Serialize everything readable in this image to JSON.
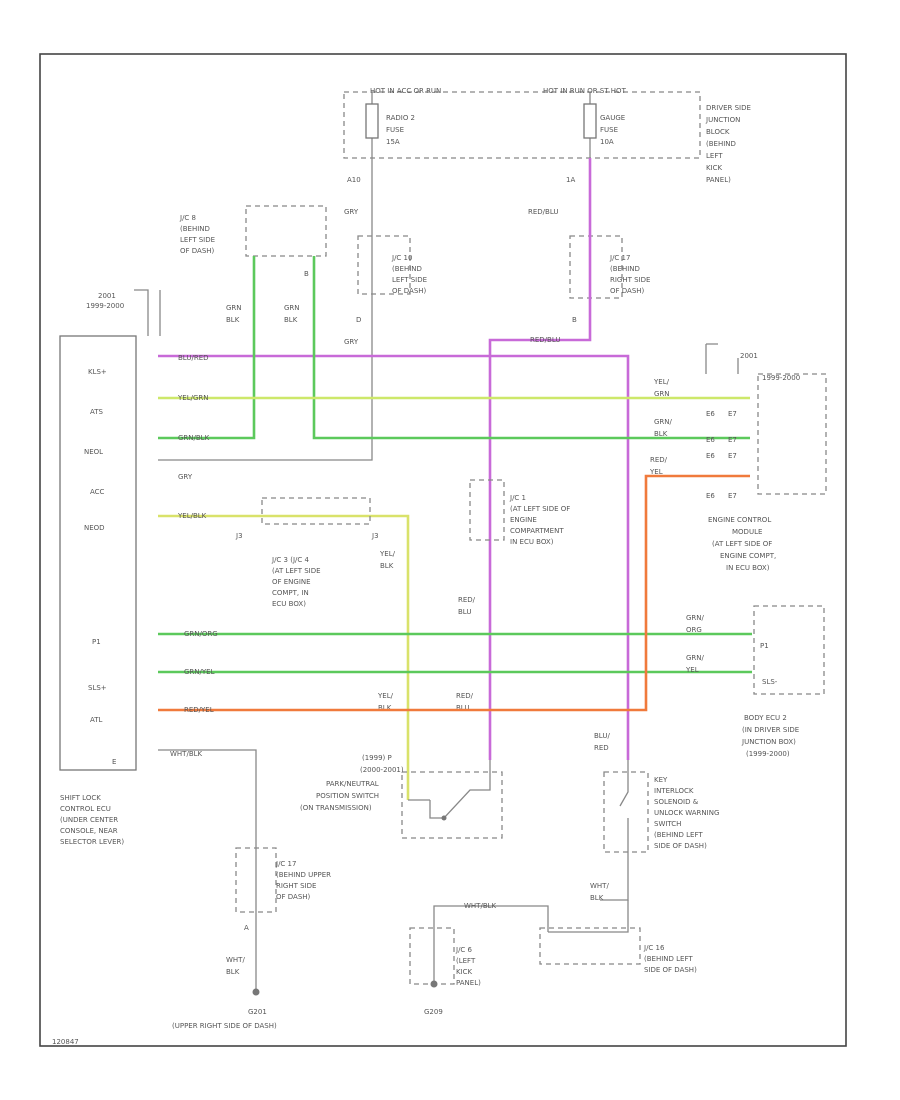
{
  "colors": {
    "violet": "#c86ad8",
    "yellow_green": "#cde86a",
    "green": "#5cc95c",
    "yellow": "#d9e26a",
    "orange": "#f07a3c"
  },
  "top": {
    "hot_left": "HOT IN ACC OR RUN",
    "hot_right": "HOT IN RUN OR ST HOT",
    "fuse_left": [
      "RADIO 2",
      "FUSE",
      "15A"
    ],
    "fuse_right": [
      "GAUGE",
      "FUSE",
      "10A"
    ],
    "junction_block": [
      "DRIVER SIDE",
      "JUNCTION",
      "BLOCK",
      "(BEHIND",
      "LEFT",
      "KICK",
      "PANEL)"
    ],
    "pin_left": "A10",
    "pin_right": "1A"
  },
  "jc8": {
    "label": [
      "J/C 8",
      "(BEHIND",
      "LEFT SIDE",
      "OF DASH)"
    ],
    "pin": "B"
  },
  "jc10": {
    "label": [
      "J/C 10",
      "(BEHIND",
      "LEFT SIDE",
      "OF DASH)"
    ],
    "pin": "D"
  },
  "jc17": {
    "label": [
      "J/C 17",
      "(BEHIND",
      "RIGHT SIDE",
      "OF DASH)"
    ],
    "pin": "B"
  },
  "wire_labels": {
    "gry_top": "GRY",
    "red_blu_top": "RED/BLU",
    "grn_blk_left": [
      "GRN",
      "BLK"
    ],
    "grn_blk_right": [
      "GRN",
      "BLK"
    ],
    "gry_mid": "GRY",
    "red_blu_mid": "RED/BLU",
    "yel_blk_1": [
      "YEL/",
      "BLK"
    ],
    "red_blu_2": [
      "RED/",
      "BLU"
    ],
    "yel_blk_2": [
      "YEL/",
      "BLK"
    ],
    "red_blu_3": [
      "RED/",
      "BLU"
    ],
    "blu_red": [
      "BLU/",
      "RED"
    ],
    "wht_blk_1": [
      "WHT/",
      "BLK"
    ],
    "wht_blk_2": [
      "WHT/",
      "BLK"
    ],
    "wht_blk_3": "WHT/BLK"
  },
  "ecu": {
    "year_note": [
      "2001",
      "1999-2000"
    ],
    "pins": [
      "KLS+",
      "ATS",
      "NEOL",
      "ACC",
      "NEOD",
      "P1",
      "SLS+",
      "ATL",
      "E"
    ],
    "row_wires": [
      "BLU/RED",
      "YEL/GRN",
      "GRN/BLK",
      "GRY",
      "YEL/BLK",
      "GRN/ORG",
      "GRN/YEL",
      "RED/YEL",
      "WHT/BLK"
    ],
    "label": [
      "SHIFT LOCK",
      "CONTROL ECU",
      "(UNDER CENTER",
      "CONSOLE, NEAR",
      "SELECTOR LEVER)"
    ]
  },
  "engine_ecm": {
    "year_note": "2001",
    "header": "1999-2000",
    "pins_a": [
      "E6",
      "E6",
      "E6",
      "E6"
    ],
    "pins_b": [
      "E7",
      "E7",
      "E7",
      "E7"
    ],
    "wire_labels": [
      [
        "YEL/",
        "GRN"
      ],
      [
        "GRN/",
        "BLK"
      ],
      [
        "RED/",
        "YEL"
      ]
    ],
    "label": [
      "ENGINE CONTROL",
      "MODULE",
      "(AT LEFT SIDE OF",
      "ENGINE COMPT,",
      "IN ECU BOX)"
    ]
  },
  "jc3": {
    "label": [
      "J/C 3 (J/C 4",
      "(AT LEFT SIDE",
      "OF ENGINE",
      "COMPT, IN",
      "ECU BOX)"
    ],
    "pins": [
      "J3",
      "J3"
    ]
  },
  "jc1": {
    "label": [
      "J/C 1",
      "(AT LEFT SIDE OF",
      "ENGINE",
      "COMPARTMENT",
      "IN ECU BOX)"
    ]
  },
  "body_ecu": {
    "pin": "P1",
    "sub": "SLS-",
    "wire_labels": [
      [
        "GRN/",
        "ORG"
      ],
      [
        "GRN/",
        "YEL"
      ]
    ],
    "label": [
      "BODY ECU 2",
      "(IN DRIVER SIDE",
      "JUNCTION BOX)",
      "(1999-2000)"
    ]
  },
  "park_switch": {
    "year": [
      "(1999) P",
      "(2000-2001)"
    ],
    "label": [
      "PARK/NEUTRAL",
      "POSITION SWITCH",
      "(ON TRANSMISSION)"
    ]
  },
  "key_switch": {
    "label": [
      "KEY",
      "INTERLOCK",
      "SOLENOID &",
      "UNLOCK WARNING",
      "SWITCH",
      "(BEHIND LEFT",
      "SIDE OF DASH)"
    ]
  },
  "jc17_low": {
    "label": [
      "J/C 17",
      "(BEHIND UPPER",
      "RIGHT SIDE",
      "OF DASH)"
    ],
    "pin": "A"
  },
  "jc6": {
    "label": [
      "J/C 6",
      "(LEFT",
      "KICK",
      "PANEL)"
    ]
  },
  "jc16": {
    "label": [
      "J/C 16",
      "(BEHIND LEFT",
      "SIDE OF DASH)"
    ]
  },
  "grounds": {
    "g201": "G201",
    "g201_loc": "(UPPER RIGHT SIDE OF DASH)",
    "g209": "G209"
  },
  "footer_code": "120847"
}
